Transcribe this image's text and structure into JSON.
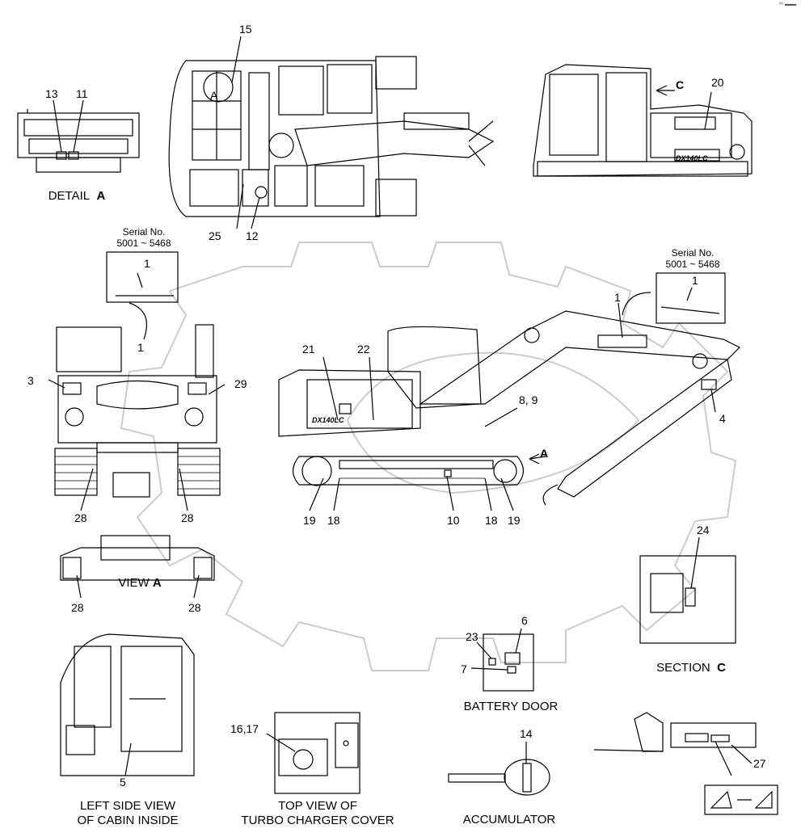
{
  "corner_mark": "ᵒⁿ ▬▬",
  "captions": {
    "detail_a": "DETAIL",
    "detail_a_letter": "A",
    "view_a": "VIEW",
    "view_a_letter": "A",
    "section_c": "SECTION",
    "section_c_letter": "C",
    "battery_door": "BATTERY DOOR",
    "cabin_line1": "LEFT SIDE VIEW",
    "cabin_line2": "OF CABIN INSIDE",
    "turbo_line1": "TOP VIEW OF",
    "turbo_line2": "TURBO CHARGER COVER",
    "accumulator": "ACCUMULATOR"
  },
  "serial_left": {
    "line1": "Serial No.",
    "line2": "5001 ~ 5468"
  },
  "serial_right": {
    "line1": "Serial No.",
    "line2": "5001 ~ 5468"
  },
  "callouts": {
    "c13": "13",
    "c11": "11",
    "c15": "15",
    "cA_top": "A",
    "c25": "25",
    "c12": "12",
    "c20": "20",
    "cC": "C",
    "c1_serial_left": "1",
    "c1_serial_right": "1",
    "c1_rear": "1",
    "c1_boom": "1",
    "c3": "3",
    "c29": "29",
    "c28_l": "28",
    "c28_r": "28",
    "c21": "21",
    "c22": "22",
    "c89": "8, 9",
    "c4": "4",
    "cA_arrow": "A",
    "c19_l": "19",
    "c18_l": "18",
    "c10": "10",
    "c18_r": "18",
    "c19_r": "19",
    "c28_va_l": "28",
    "c28_va_r": "28",
    "c24": "24",
    "c6": "6",
    "c23": "23",
    "c7": "7",
    "c5": "5",
    "c1617": "16,17",
    "c14": "14",
    "c27": "27"
  },
  "decal_text": {
    "model": "DX140LC"
  }
}
